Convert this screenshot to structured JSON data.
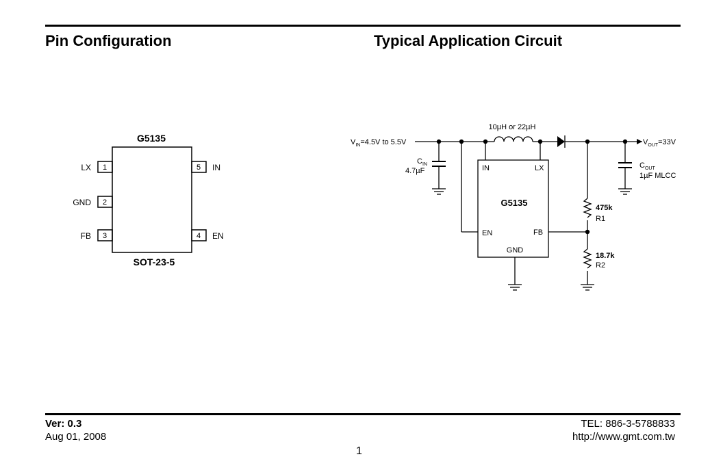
{
  "sections": {
    "pin_title": "Pin Configuration",
    "circuit_title": "Typical Application Circuit"
  },
  "pin_diagram": {
    "chip_name": "G5135",
    "package": "SOT-23-5",
    "pins": [
      {
        "num": "1",
        "label": "LX"
      },
      {
        "num": "2",
        "label": "GND"
      },
      {
        "num": "3",
        "label": "FB"
      },
      {
        "num": "4",
        "label": "EN"
      },
      {
        "num": "5",
        "label": "IN"
      }
    ]
  },
  "circuit": {
    "chip_name": "G5135",
    "vin": {
      "prefix": "V",
      "sub": "IN",
      "value": "=4.5V to 5.5V"
    },
    "inductor": "10µH or 22µH",
    "cin": {
      "prefix": "C",
      "sub": "IN",
      "value": "4.7µF"
    },
    "vout": {
      "prefix": "V",
      "sub": "OUT",
      "value": "=33V"
    },
    "cout": {
      "prefix": "C",
      "sub": "OUT",
      "value": "1µF MLCC"
    },
    "r1": {
      "value": "475k",
      "name": "R1"
    },
    "r2": {
      "value": "18.7k",
      "name": "R2"
    },
    "chip_pins": {
      "in": "IN",
      "lx": "LX",
      "en": "EN",
      "fb": "FB",
      "gnd": "GND"
    }
  },
  "footer": {
    "version": "Ver: 0.3",
    "date": "Aug 01, 2008",
    "tel": "TEL: 886-3-5788833",
    "url": "http://www.gmt.com.tw",
    "page_number": "1"
  }
}
